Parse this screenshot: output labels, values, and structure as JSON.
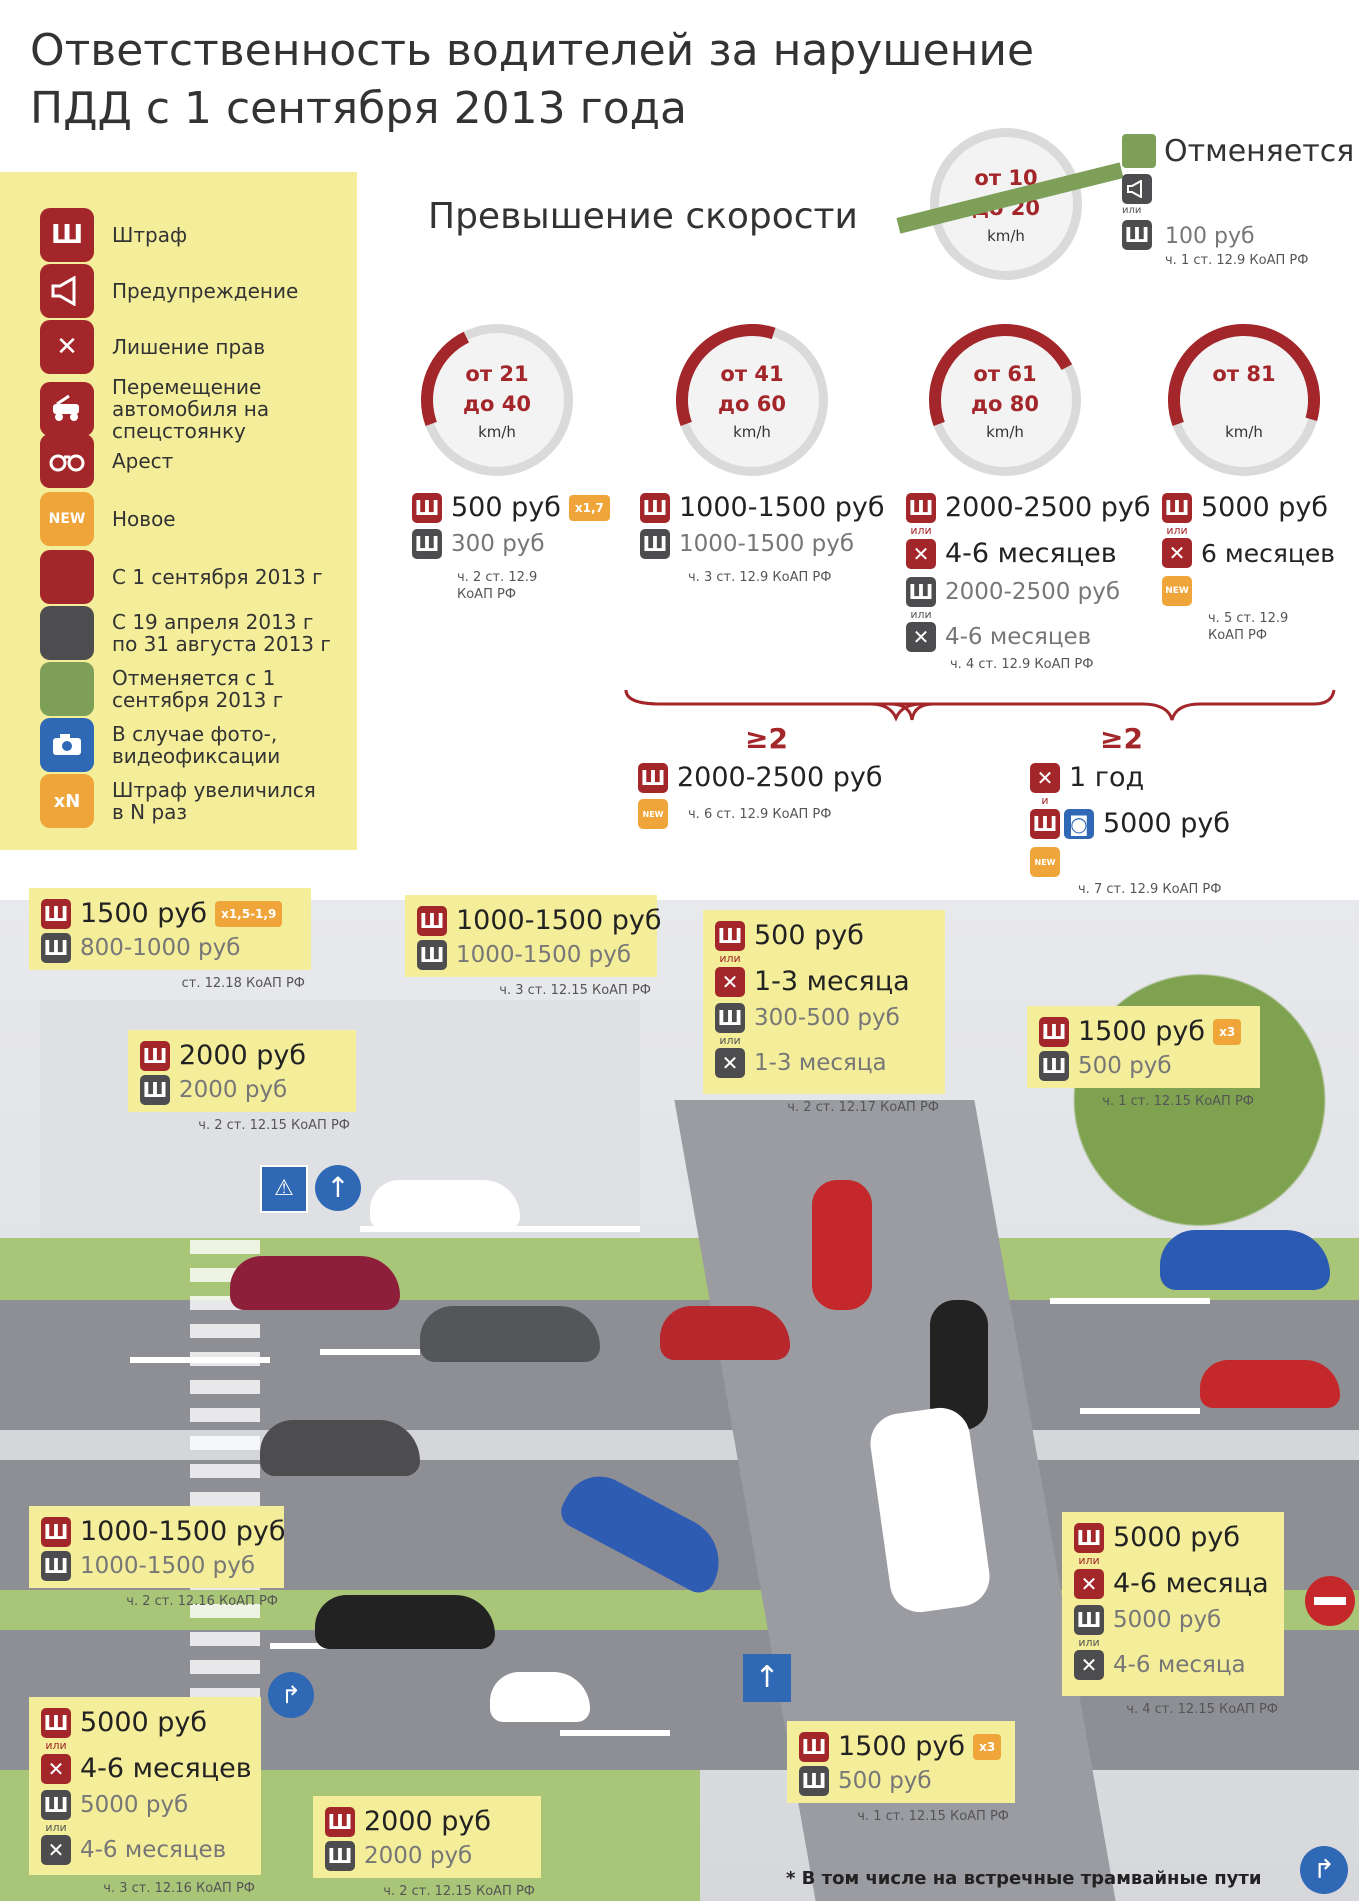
{
  "title": {
    "line1": "Ответственность водителей за нарушение",
    "line2": "ПДД с 1 сентября 2013 года"
  },
  "legend": [
    {
      "icon": "Ш",
      "text": "Штраф"
    },
    {
      "icon": "",
      "text": "Предупреждение"
    },
    {
      "icon": "✕",
      "text": "Лишение прав"
    },
    {
      "icon": "",
      "text": "Перемещение автомобиля на спецстоянку"
    },
    {
      "icon": "",
      "text": "Арест"
    },
    {
      "icon": "NEW",
      "text": "Новое"
    },
    {
      "icon": "",
      "text": "С 1 сентября 2013 г"
    },
    {
      "icon": "",
      "text": "С 19 апреля 2013 г по 31 августа 2013 г"
    },
    {
      "icon": "",
      "text": "Отменяется с 1 сентября 2013 г"
    },
    {
      "icon": "",
      "text": "В случае фото-, видеофиксации"
    },
    {
      "icon": "xN",
      "text": "Штраф увеличился в N раз"
    }
  ],
  "speeding": {
    "title": "Превышение скорости",
    "cancelled": {
      "label": "Отменяется",
      "gauge_line1": "от 10",
      "gauge_line2": "до 20",
      "unit": "km/h",
      "ili": "или",
      "fine": "100 руб",
      "law": "ч. 1 ст. 12.9 КоАП РФ"
    },
    "gauges": [
      {
        "line1": "от 21",
        "line2": "до 40",
        "unit": "km/h",
        "fraction": 0.2
      },
      {
        "line1": "от 41",
        "line2": "до 60",
        "unit": "km/h",
        "fraction": 0.4
      },
      {
        "line1": "от 61",
        "line2": "до 80",
        "unit": "km/h",
        "fraction": 0.6
      },
      {
        "line1": "от 81",
        "line2": "",
        "unit": "km/h",
        "fraction": 0.8
      }
    ],
    "p1": {
      "new": "500 руб",
      "mult": "x1,7",
      "old": "300 руб",
      "law": "ч. 2 ст. 12.9 КоАП РФ"
    },
    "p2": {
      "new": "1000-1500 руб",
      "old": "1000-1500 руб",
      "law": "ч. 3 ст. 12.9 КоАП РФ"
    },
    "p3": {
      "new": "2000-2500 руб",
      "ili": "или",
      "dep": "4-6 месяцев",
      "old": "2000-2500 руб",
      "old_dep": "4-6 месяцев",
      "law": "ч. 4 ст. 12.9 КоАП РФ"
    },
    "p4": {
      "new": "5000 руб",
      "ili": "или",
      "dep": "6 месяцев",
      "newbadge": "NEW",
      "law": "ч. 5 ст. 12.9 КоАП РФ"
    },
    "repeat1": {
      "mark": "≥2",
      "fine": "2000-2500 руб",
      "newbadge": "NEW",
      "law": "ч. 6 ст. 12.9 КоАП РФ"
    },
    "repeat2": {
      "mark": "≥2",
      "dep": "1 год",
      "i": "и",
      "fine": "5000 руб",
      "newbadge": "NEW",
      "law": "ч. 7 ст. 12.9 КоАП РФ"
    }
  },
  "road": {
    "b1": {
      "new": "1500 руб",
      "mult": "x1,5-1,9",
      "old": "800-1000 руб",
      "law": "ст. 12.18 КоАП РФ"
    },
    "b2": {
      "new": "1000-1500 руб",
      "old": "1000-1500 руб",
      "law": "ч. 3 ст. 12.15 КоАП РФ"
    },
    "b3": {
      "new": "500 руб",
      "ili": "или",
      "dep": "1-3 месяца",
      "old": "300-500 руб",
      "old_dep": "1-3 месяца",
      "law": "ч. 2 ст. 12.17 КоАП РФ"
    },
    "b4": {
      "new": "2000 руб",
      "old": "2000 руб",
      "law": "ч. 2 ст. 12.15 КоАП РФ"
    },
    "b5": {
      "new": "1500 руб",
      "mult": "x3",
      "old": "500 руб",
      "law": "ч. 1 ст. 12.15 КоАП РФ"
    },
    "b6": {
      "new": "1000-1500 руб",
      "old": "1000-1500 руб",
      "law": "ч. 2 ст. 12.16 КоАП РФ"
    },
    "b7": {
      "new": "5000 руб",
      "ili": "или",
      "dep": "4-6 месяца",
      "old": "5000 руб",
      "old_dep": "4-6 месяца",
      "law": "ч. 4 ст. 12.15 КоАП РФ"
    },
    "b8": {
      "new": "5000 руб",
      "ili": "или",
      "dep": "4-6 месяцев",
      "old": "5000 руб",
      "old_dep": "4-6 месяцев",
      "law": "ч. 3 ст. 12.16 КоАП РФ"
    },
    "b9": {
      "new": "1500 руб",
      "mult": "x3",
      "old": "500 руб",
      "law": "ч. 1 ст. 12.15 КоАП РФ"
    },
    "b10": {
      "new": "2000 руб",
      "old": "2000 руб",
      "law": "ч. 2 ст. 12.15 КоАП РФ"
    },
    "footnote": "* В том числе на встречные трамвайные пути"
  },
  "colors": {
    "red": "#a3262a",
    "grey": "#4d4d4f",
    "green": "#7e9f57",
    "orange": "#f0a53a",
    "blue": "#2f68b5",
    "yellow": "#f4ee9a"
  }
}
